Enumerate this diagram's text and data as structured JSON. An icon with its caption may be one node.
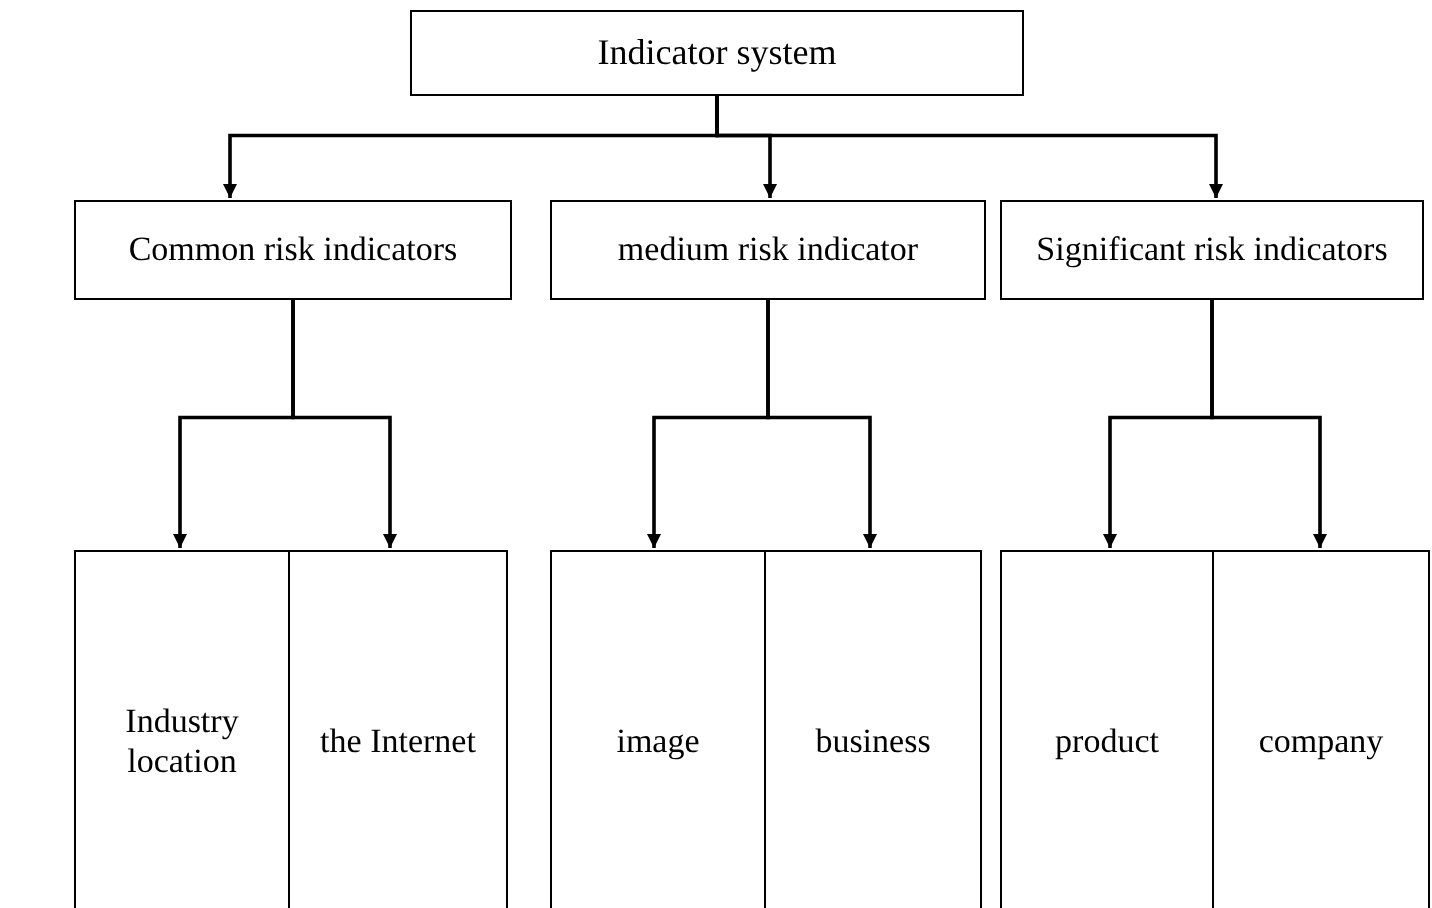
{
  "diagram": {
    "nodes": [
      {
        "text": [
          "Indicator system"
        ]
      },
      {
        "text": [
          "Common risk indicators"
        ]
      },
      {
        "text": [
          "medium risk indicator"
        ]
      },
      {
        "text": [
          "Significant risk indicators"
        ]
      },
      {
        "text": [
          "Industry location"
        ]
      },
      {
        "text": [
          "the Internet"
        ]
      },
      {
        "text": [
          "image"
        ]
      },
      {
        "text": [
          "business"
        ]
      },
      {
        "text": [
          "product"
        ]
      },
      {
        "text": [
          "company"
        ]
      }
    ],
    "edges": [
      {
        "from": 0,
        "to": 1,
        "arrow": "to"
      },
      {
        "from": 0,
        "to": 2,
        "arrow": "to"
      },
      {
        "from": 0,
        "to": 3,
        "arrow": "to"
      },
      {
        "from": 1,
        "to": 4,
        "arrow": "to"
      },
      {
        "from": 1,
        "to": 5,
        "arrow": "to"
      },
      {
        "from": 2,
        "to": 6,
        "arrow": "to"
      },
      {
        "from": 2,
        "to": 7,
        "arrow": "to"
      },
      {
        "from": 3,
        "to": 8,
        "arrow": "to"
      },
      {
        "from": 3,
        "to": 9,
        "arrow": "to"
      }
    ]
  }
}
